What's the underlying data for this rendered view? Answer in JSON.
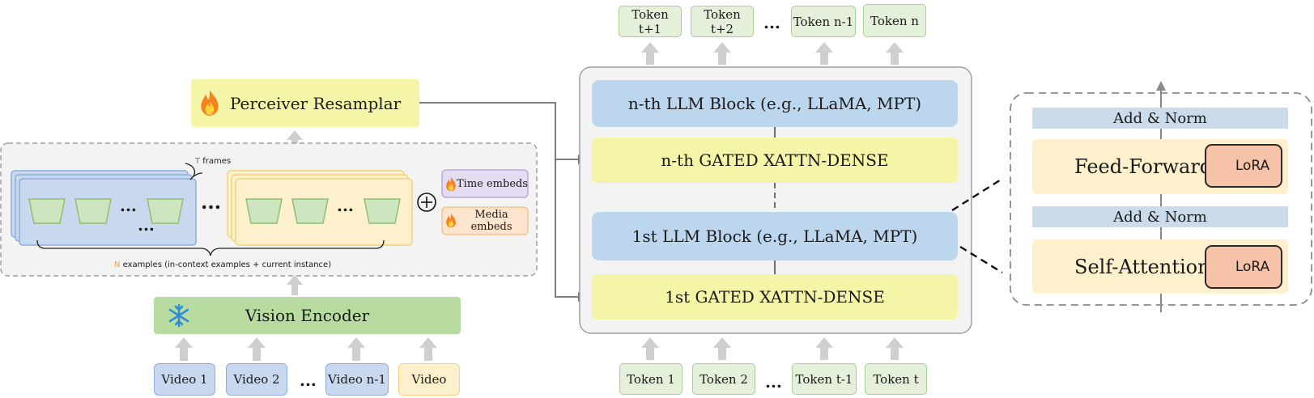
{
  "left": {
    "perceiver": {
      "label": "Perceiver Resamplar",
      "icon": "fire-icon"
    },
    "vision_encoder": {
      "label": "Vision Encoder",
      "icon": "snowflake-icon"
    },
    "videos": [
      "Video 1",
      "Video 2",
      "Video n-1",
      "Video"
    ],
    "ellipsis": "...",
    "frames_annotation": {
      "var": "T",
      "text": " frames"
    },
    "examples_annotation": {
      "var": "N",
      "text": " examples (in-context examples + current instance)"
    },
    "time_embeds": "Time embeds",
    "media_embeds": "Media embeds",
    "plus_symbol": "⊕"
  },
  "middle": {
    "tokens_top": [
      "Token t+1",
      "Token t+2",
      "Token n-1",
      "Token n"
    ],
    "tokens_bottom": [
      "Token 1",
      "Token 2",
      "Token t-1",
      "Token t"
    ],
    "ellipsis": "...",
    "nth_llm_block": "n-th LLM Block (e.g., LLaMA, MPT)",
    "nth_xattn": "n-th GATED XATTN-DENSE",
    "first_llm_block": "1st LLM Block (e.g., LLaMA, MPT)",
    "first_xattn": "1st GATED XATTN-DENSE"
  },
  "right": {
    "add_norm_top": "Add & Norm",
    "feed_forward": "Feed-Forward",
    "add_norm_bottom": "Add & Norm",
    "self_attention": "Self-Attention",
    "lora_label": "LoRA"
  },
  "colors": {
    "token_fill": "#e4f0da",
    "video_fill": "#c7d8ef",
    "llm_block_fill": "#bcd6ee",
    "xattn_fill": "#f5f5a8",
    "lora_fill": "#f6c3a8",
    "vision_encoder_fill": "#b7dba0",
    "arrow_gray": "#cfcfcf"
  }
}
